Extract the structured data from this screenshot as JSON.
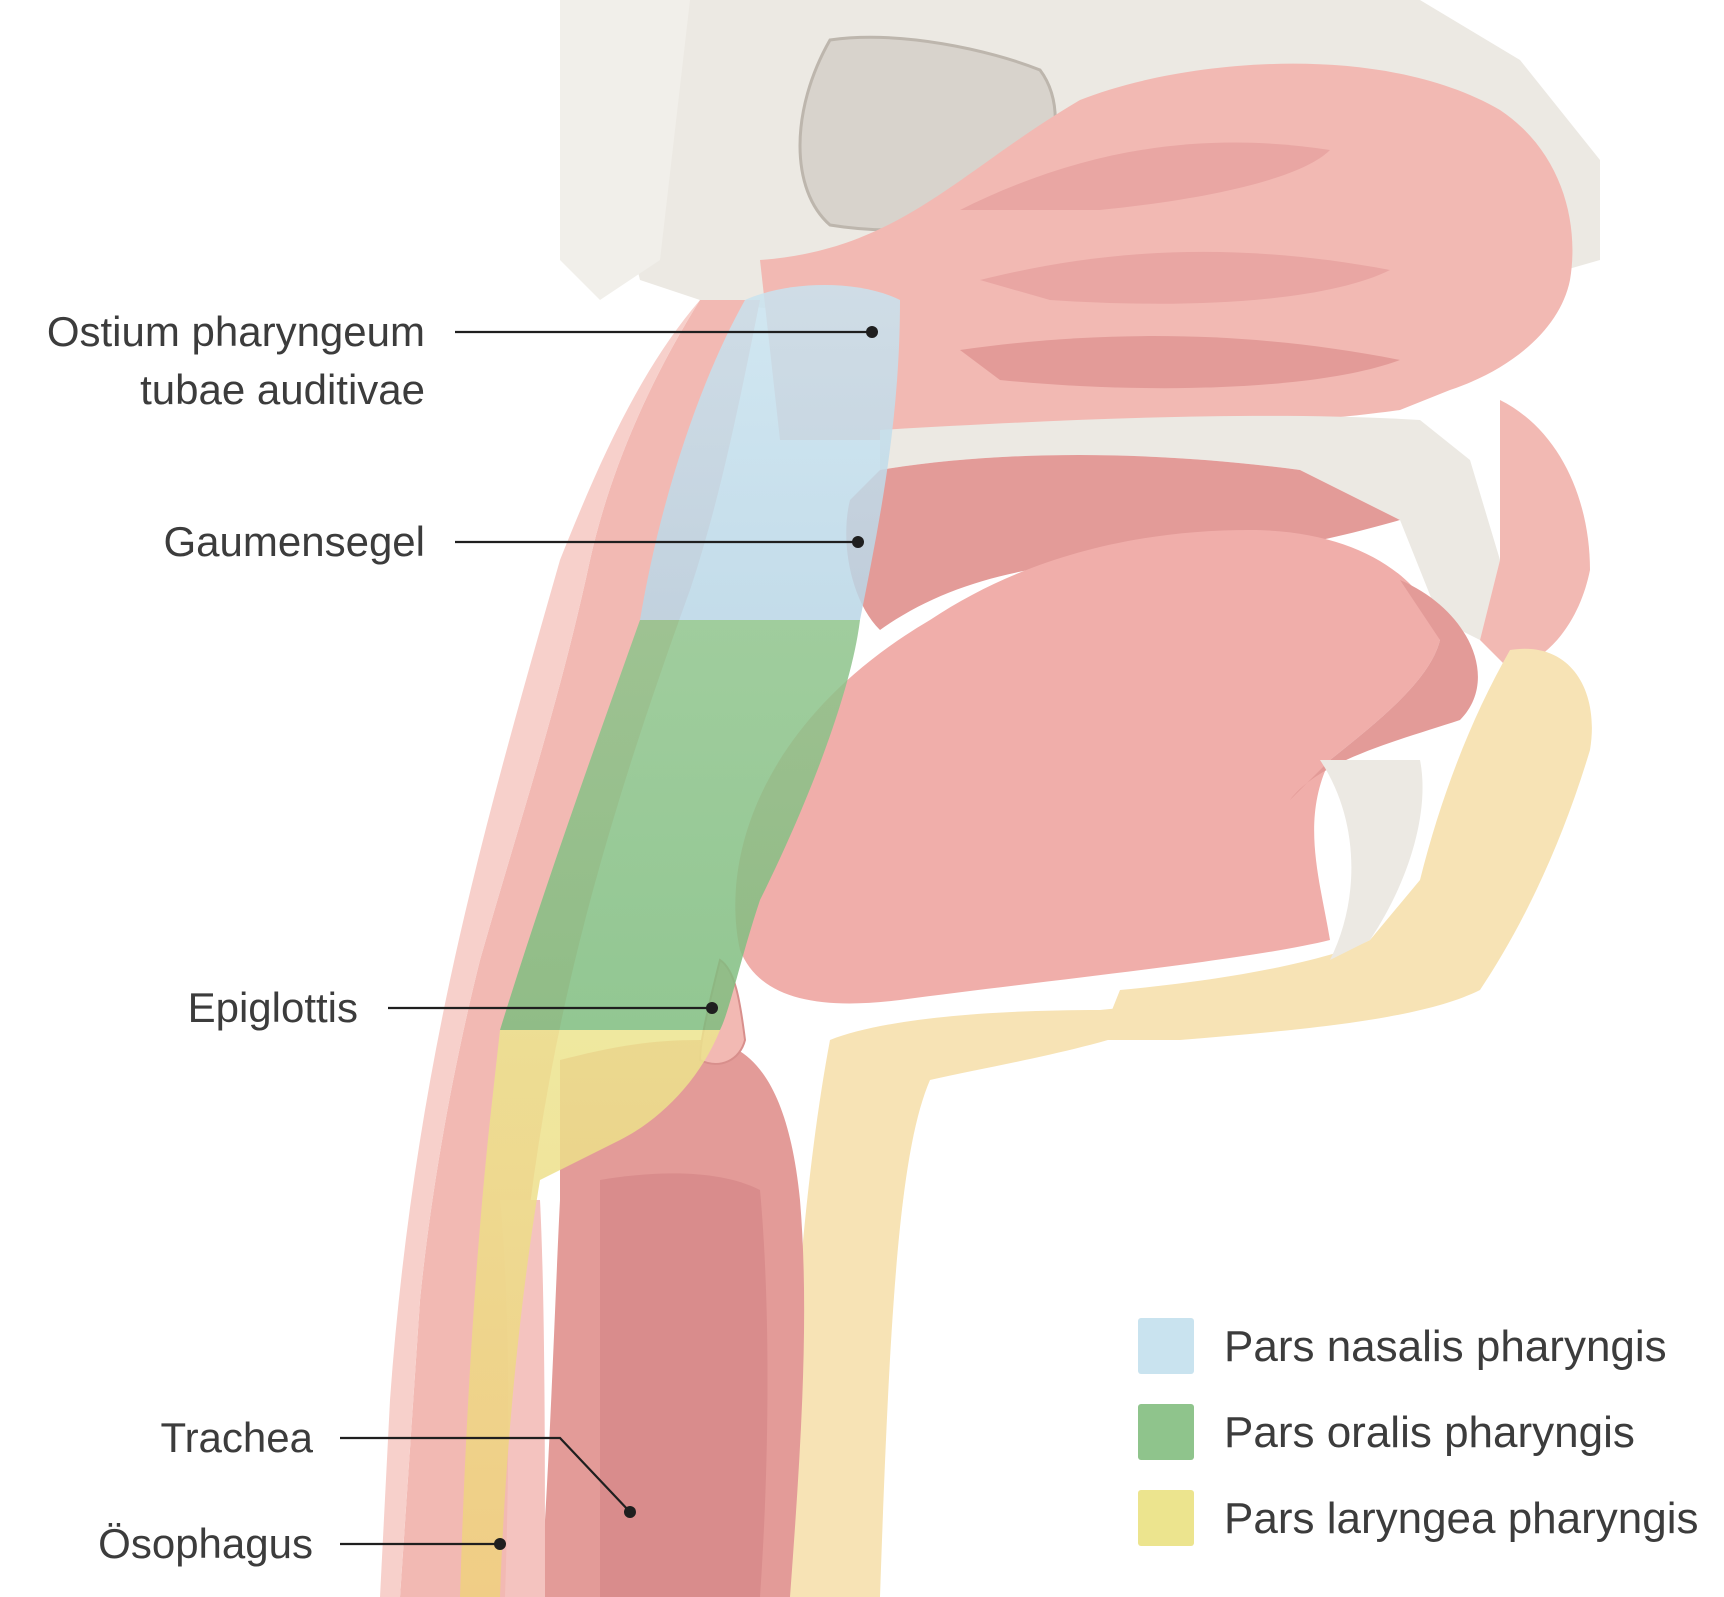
{
  "labels": {
    "ostium_line1": "Ostium pharyngeum",
    "ostium_line2": "tubae auditivae",
    "gaumensegel": "Gaumensegel",
    "epiglottis": "Epiglottis",
    "trachea": "Trachea",
    "oesophagus": "Ösophagus"
  },
  "legend": [
    {
      "label": "Pars nasalis pharyngis",
      "color": "#c9e3ef"
    },
    {
      "label": "Pars oralis pharyngis",
      "color": "#8fc48c"
    },
    {
      "label": "Pars laryngea pharyngis",
      "color": "#ece48e"
    }
  ],
  "colors": {
    "tissue": "#f2b9b3",
    "tissue_dark": "#e39b98",
    "skin": "#f7d0cb",
    "bone": "#ece9e3",
    "fat": "#f7e3b5",
    "sinus": "#d8d3cc"
  }
}
